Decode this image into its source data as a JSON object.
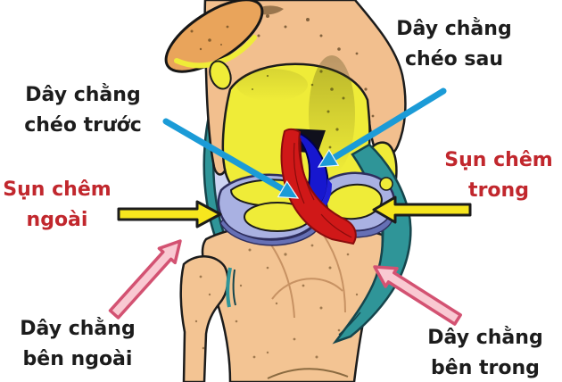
{
  "figure": {
    "description_visible": "Labeled anatomical diagram of a knee joint",
    "labels": {
      "acl": {
        "line1": "Dây chằng",
        "line2": "chéo trước"
      },
      "pcl": {
        "line1": "Dây chằng",
        "line2": "chéo sau"
      },
      "lateral_meniscus": {
        "line1": "Sụn chêm",
        "line2": "ngoài"
      },
      "medial_meniscus": {
        "line1": "Sụn chêm",
        "line2": "trong"
      },
      "lcl": {
        "line1": "Dây chằng",
        "line2": "bên ngoài"
      },
      "mcl": {
        "line1": "Dây chằng",
        "line2": "bên trong"
      }
    },
    "label_colors": {
      "cruciate_and_collateral_text": "#1c1c1c",
      "meniscus_text": "#c1272d"
    },
    "arrows": {
      "acl_pointer": {
        "style": "thin straight arrow",
        "color": "#1b9bd7",
        "points_to": "red crossing ligament center of joint"
      },
      "pcl_pointer": {
        "style": "thin straight arrow",
        "color": "#1b9bd7",
        "points_to": "blue ligament center of joint"
      },
      "lateral_meniscus_pointer": {
        "style": "block arrow black outline",
        "color": "#f7e61e",
        "direction": "right"
      },
      "medial_meniscus_pointer": {
        "style": "block arrow black outline",
        "color": "#f7e61e",
        "direction": "left"
      },
      "lcl_pointer": {
        "style": "outlined block arrow",
        "fill": "#f9c9d2",
        "outline": "#d35272",
        "direction": "up-right"
      },
      "mcl_pointer": {
        "style": "outlined block arrow",
        "fill": "#f9c9d2",
        "outline": "#d35272",
        "direction": "up-left"
      }
    },
    "palette": {
      "bone": "#f3c493",
      "patella": "#e9a45b",
      "cartilage_yellow": "#efec38",
      "meniscus_periwinkle": "#a9b1e2",
      "capsule_lavender": "#cdd3f2",
      "acl_red": "#d01818",
      "pcl_blue": "#1717cf",
      "collateral_teal": "#2f9598",
      "background": "#ffffff"
    }
  }
}
